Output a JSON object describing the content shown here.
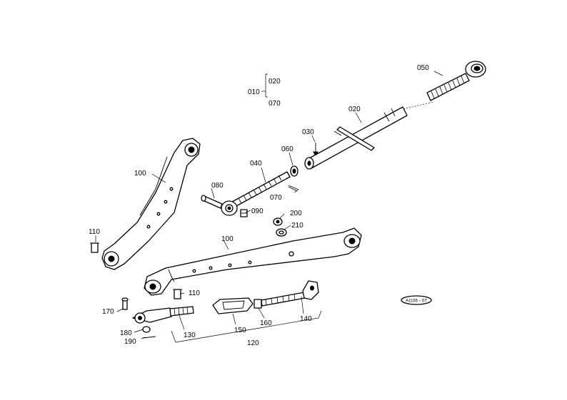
{
  "labels": {
    "p050": "050",
    "p020a": "020",
    "p010": "010",
    "p020b": "020",
    "p070a": "070",
    "p030": "030",
    "p060": "060",
    "p040": "040",
    "p100a": "100",
    "p080": "080",
    "p070b": "070",
    "p090": "090",
    "p200": "200",
    "p210": "210",
    "p110a": "110",
    "p100b": "100",
    "p110b": "110",
    "p170": "170",
    "p130": "130",
    "p150": "150",
    "p160": "160",
    "p140": "140",
    "p180": "180",
    "p190": "190",
    "p120": "120"
  },
  "diagram_code": "AI106 - 07"
}
